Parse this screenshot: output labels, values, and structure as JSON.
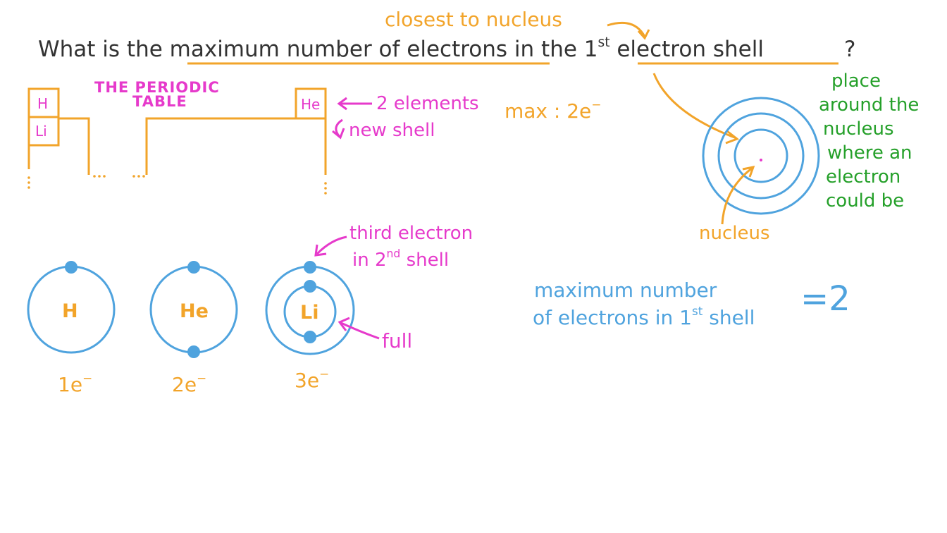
{
  "question": {
    "prefix": "What is the ",
    "underlined": "maximum number of electrons",
    "middle": " in the ",
    "ordinal_num": "1",
    "ordinal_sup": "st",
    "suffix": " electron shell",
    "qmark": "?"
  },
  "annotations": {
    "closest": "closest to nucleus",
    "max": "max : 2e",
    "max_sup": "−",
    "two_elements": "2 elements",
    "new_shell": "new shell",
    "third_electron_line1": "third electron",
    "third_electron_line2_in": "in 2",
    "third_electron_line2_sup": "nd",
    "third_electron_line2_shell": " shell",
    "full": "full",
    "nucleus": "nucleus",
    "place": [
      "place",
      "around the",
      "nucleus",
      "where an",
      "electron",
      "could be"
    ]
  },
  "periodic_table": {
    "title_line1": "THE PERIODIC",
    "title_line2": "TABLE",
    "cells": {
      "h": "H",
      "li": "Li",
      "he": "He"
    }
  },
  "atoms": [
    {
      "symbol": "H",
      "count_label": "1e",
      "count_sup": "−"
    },
    {
      "symbol": "He",
      "count_label": "2e",
      "count_sup": "−"
    },
    {
      "symbol": "Li",
      "count_label": "3e",
      "count_sup": "−"
    }
  ],
  "answer": {
    "line1": "maximum number",
    "line2_pre": "of electrons in 1",
    "line2_sup": "st",
    "line2_post": " shell",
    "equals": "=2"
  },
  "colors": {
    "text": "#333333",
    "orange": "#F2A42A",
    "pink": "#E63ACB",
    "green": "#25A02A",
    "blue": "#4FA3DE"
  }
}
